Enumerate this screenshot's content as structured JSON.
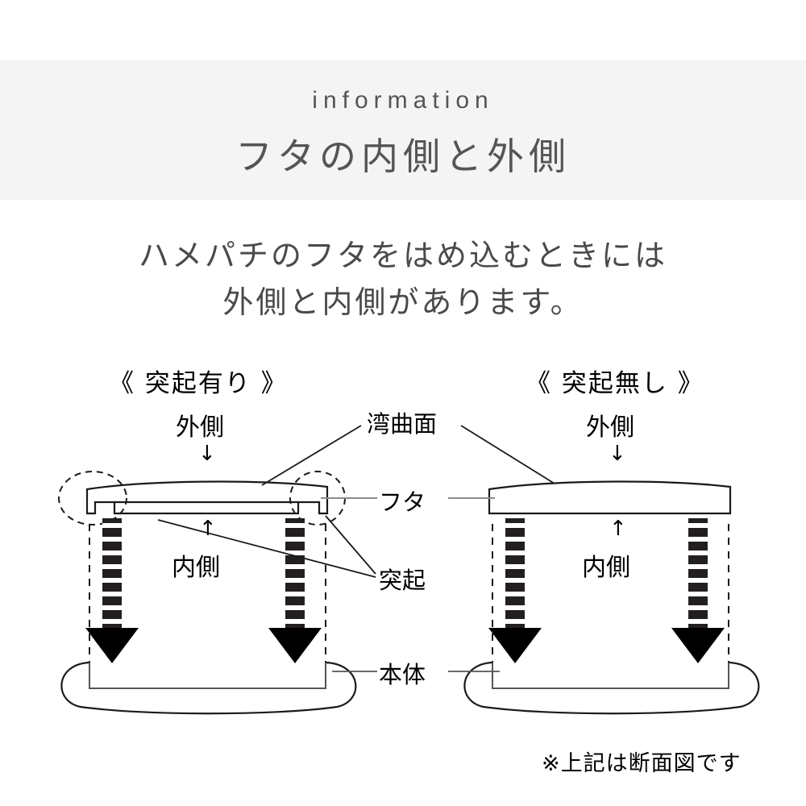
{
  "header": {
    "eyebrow": "information",
    "title": "フタの内側と外側",
    "band_color": "#f4f4f4",
    "text_color": "#555555"
  },
  "lead": {
    "line1": "ハメパチのフタをはめ込むときには",
    "line2": "外側と内側があります。"
  },
  "diagram": {
    "left": {
      "section_title": "《 突起有り 》",
      "outer_label": "外側",
      "outer_arrow": "↓",
      "inner_label": "内側",
      "inner_arrow": "↑"
    },
    "right": {
      "section_title": "《 突起無し 》",
      "outer_label": "外側",
      "outer_arrow": "↓",
      "inner_label": "内側",
      "inner_arrow": "↑"
    },
    "callouts": {
      "curved_surface": "湾曲面",
      "lid": "フタ",
      "protrusion": "突起",
      "body": "本体"
    },
    "footnote": "※上記は断面図です",
    "line_color": "#1a1a1a",
    "leader_color": "#8c8c8c",
    "arrow_fill": "#000000"
  }
}
